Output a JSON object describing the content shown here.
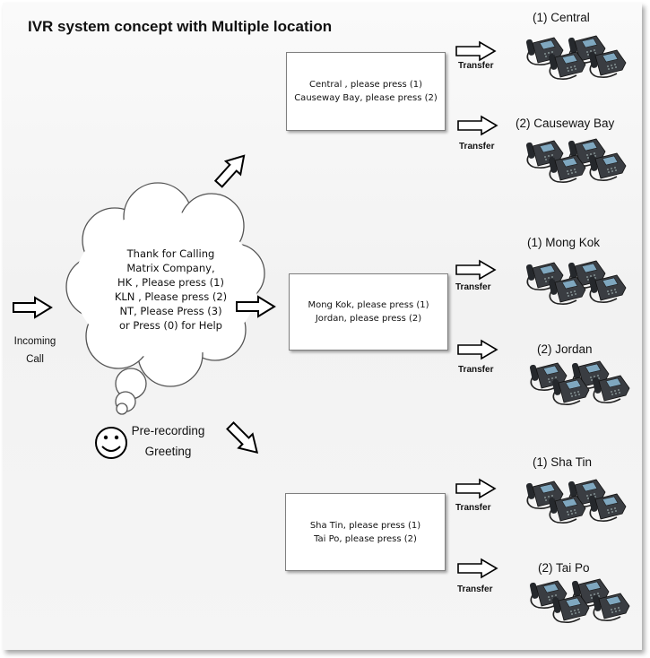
{
  "title": "IVR system concept with Multiple location",
  "cloud": {
    "lines": [
      "Thank for Calling",
      "Matrix Company,",
      "HK , Please press (1)",
      "KLN , Please press (2)",
      "NT, Please Press (3)",
      "or Press (0) for Help"
    ]
  },
  "incoming": {
    "line1": "Incoming",
    "line2": "Call"
  },
  "greeting": {
    "line1": "Pre-recording",
    "line2": "Greeting"
  },
  "menus": {
    "hk": {
      "line1": "Central , please press (1)",
      "line2": "Causeway Bay, please press (2)"
    },
    "kln": {
      "line1": "Mong Kok, please press (1)",
      "line2": "Jordan, please press (2)"
    },
    "nt": {
      "line1": "Sha Tin, please press (1)",
      "line2": "Tai Po, please press (2)"
    }
  },
  "transfer_label": "Transfer",
  "locations": {
    "central": "(1) Central",
    "causeway_bay": "(2) Causeway Bay",
    "mong_kok": "(1) Mong Kok",
    "jordan": "(2) Jordan",
    "sha_tin": "(1) Sha Tin",
    "tai_po": "(2) Tai Po"
  },
  "icons": {
    "cloud": "thought-cloud-icon",
    "smiley": "smiley-face-icon",
    "phones": "ip-phone-group-icon",
    "arrow": "block-arrow-icon"
  },
  "colors": {
    "background": "#f4f4f4",
    "outline": "#000000",
    "box_border": "#7f7f7f",
    "phone_body": "#3a3d42",
    "phone_screen": "#7fa7bf"
  }
}
